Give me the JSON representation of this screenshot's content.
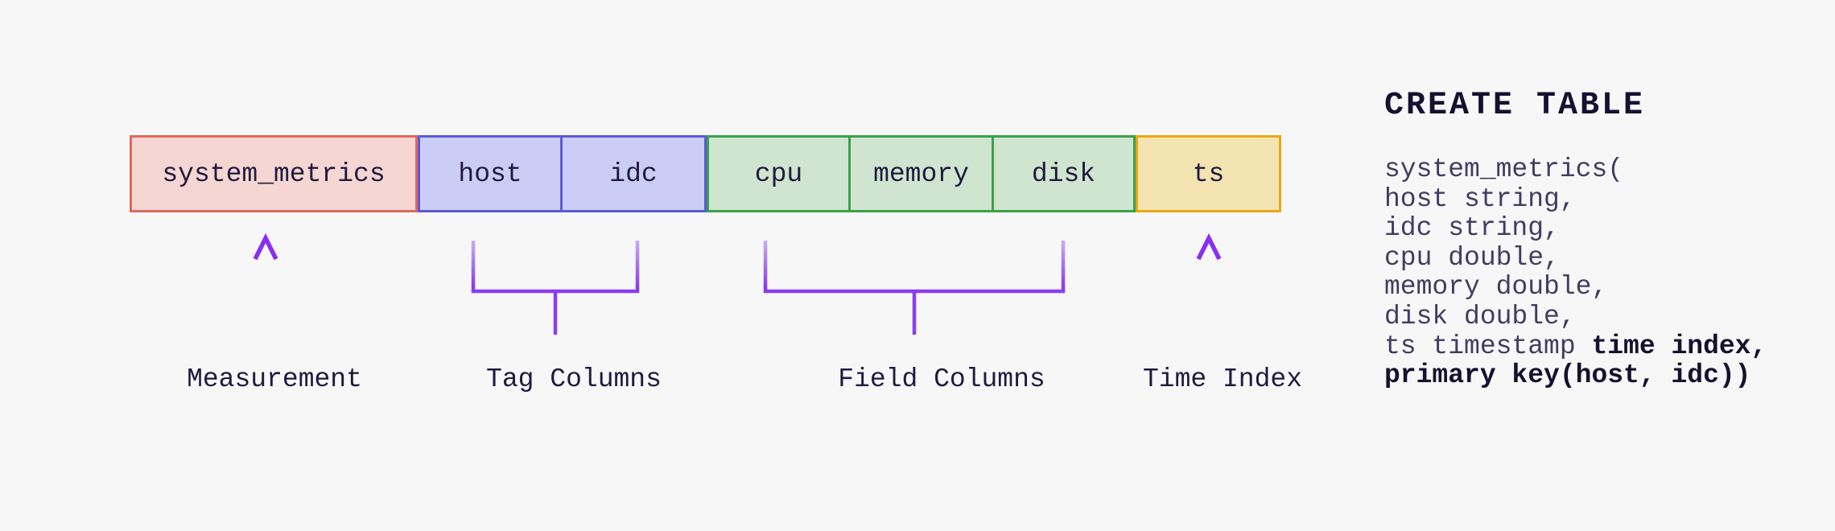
{
  "background_color": "#f7f7f8",
  "diagram": {
    "boxes": [
      {
        "label": "system_metrics",
        "role": "measurement",
        "fill": "#f6d6d2",
        "border": "#e0695c"
      },
      {
        "label": "host",
        "role": "tag",
        "fill": "#cbcdf6",
        "border": "#5a5ad8"
      },
      {
        "label": "idc",
        "role": "tag",
        "fill": "#cbcdf6",
        "border": "#5a5ad8"
      },
      {
        "label": "cpu",
        "role": "field",
        "fill": "#cfe5cf",
        "border": "#3ba14a"
      },
      {
        "label": "memory",
        "role": "field",
        "fill": "#cfe5cf",
        "border": "#3ba14a"
      },
      {
        "label": "disk",
        "role": "field",
        "fill": "#cfe5cf",
        "border": "#3ba14a"
      },
      {
        "label": "ts",
        "role": "time-index",
        "fill": "#f4e4b2",
        "border": "#e9a713"
      }
    ],
    "annotations": [
      {
        "text": "Measurement",
        "connector": "up-arrow"
      },
      {
        "text": "Tag Columns",
        "connector": "bracket"
      },
      {
        "text": "Field Columns",
        "connector": "bracket"
      },
      {
        "text": "Time Index",
        "connector": "up-arrow"
      }
    ],
    "connector_color": "#8a3df0",
    "connector_fade_color": "#ddd2f8",
    "text_color": "#201a3f"
  },
  "sql": {
    "heading": "CREATE TABLE",
    "lines": [
      [
        {
          "t": "system_metrics("
        }
      ],
      [
        {
          "t": "host string,"
        }
      ],
      [
        {
          "t": "idc string,"
        }
      ],
      [
        {
          "t": "cpu double,"
        }
      ],
      [
        {
          "t": "memory double,"
        }
      ],
      [
        {
          "t": "disk double,"
        }
      ],
      [
        {
          "t": "ts timestamp "
        },
        {
          "t": "time index,",
          "bold": true
        }
      ],
      [
        {
          "t": "primary key(host, idc))",
          "bold": true
        }
      ]
    ]
  }
}
